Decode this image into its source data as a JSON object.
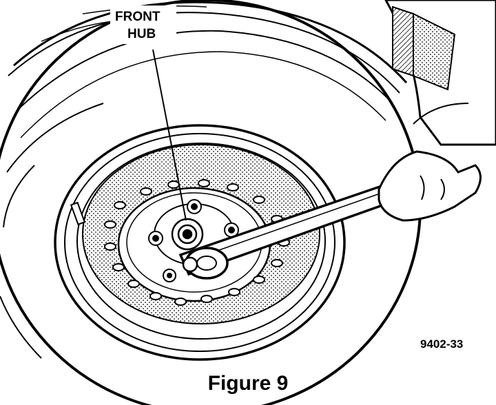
{
  "callout": {
    "line1": "FRONT",
    "line2": "HUB"
  },
  "figure_code": "9402-33",
  "caption": "Figure 9",
  "colors": {
    "ink": "#000000",
    "paper": "#ffffff"
  }
}
